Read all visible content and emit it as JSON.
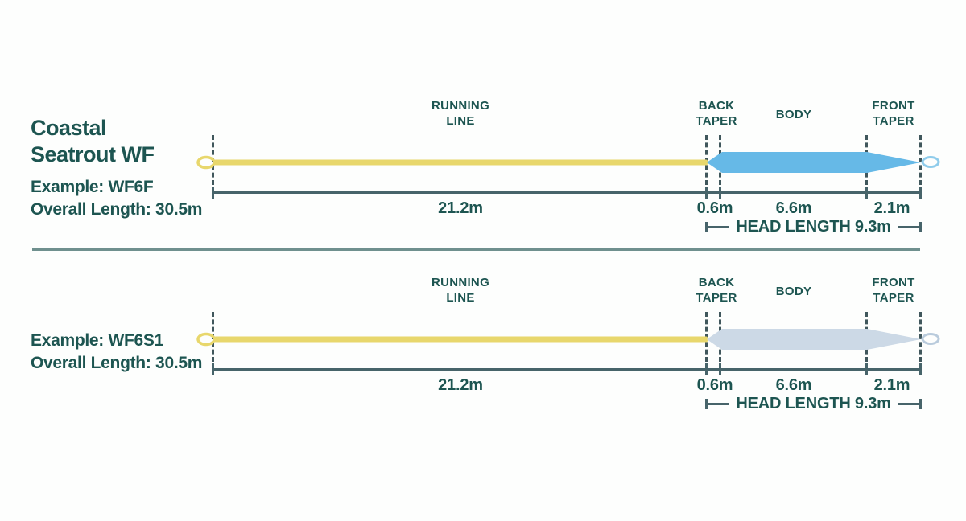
{
  "page": {
    "background": "#fdfefd",
    "text_color": "#1d5551",
    "measure_line_color": "#47646a",
    "divider_color": "#6f908e",
    "dash_color": "#2c464b"
  },
  "values": {
    "running_line_m": 21.2,
    "back_taper_m": 0.6,
    "body_m": 6.6,
    "front_taper_m": 2.1,
    "head_length_m": 9.3,
    "overall_length_m": 30.5
  },
  "sections": [
    {
      "title_line1": "Coastal",
      "title_line2": "Seatrout WF",
      "example": "Example: WF6F",
      "overall_length": "Overall Length: 30.5m",
      "labels": {
        "running1": "RUNNING",
        "running2": "LINE",
        "back1": "BACK",
        "back2": "TAPER",
        "body": "BODY",
        "front1": "FRONT",
        "front2": "TAPER"
      },
      "measurements": {
        "running": "21.2m",
        "back_taper": "0.6m",
        "body": "6.6m",
        "front_taper": "2.1m",
        "head_length": "HEAD LENGTH 9.3m"
      },
      "line_colors": {
        "running": "#e8d76c",
        "body": "#66b9e7",
        "tip_loop": "#8fcceb"
      }
    },
    {
      "example": "Example: WF6S1",
      "overall_length": "Overall Length: 30.5m",
      "labels": {
        "running1": "RUNNING",
        "running2": "LINE",
        "back1": "BACK",
        "back2": "TAPER",
        "body": "BODY",
        "front1": "FRONT",
        "front2": "TAPER"
      },
      "measurements": {
        "running": "21.2m",
        "back_taper": "0.6m",
        "body": "6.6m",
        "front_taper": "2.1m",
        "head_length": "HEAD LENGTH 9.3m"
      },
      "line_colors": {
        "running": "#e8d76c",
        "body": "#ccd9e6",
        "tip_loop": "#b9cbdc"
      }
    }
  ]
}
